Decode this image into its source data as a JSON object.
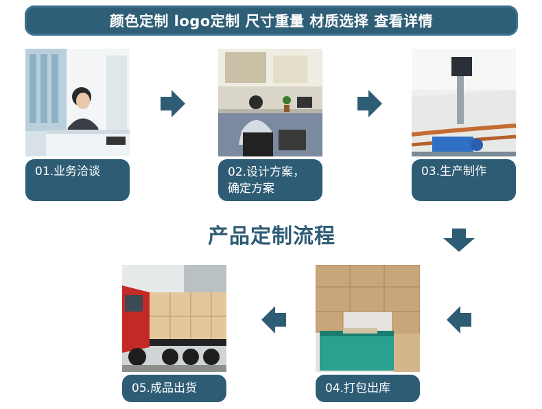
{
  "header": {
    "title": "颜色定制 logo定制 尺寸重量 材质选择 查看详情"
  },
  "center_title": "产品定制流程",
  "steps": [
    {
      "label": "01.业务洽谈",
      "photo": "office-receptionist-photo"
    },
    {
      "label_line1": "02.设计方案，",
      "label_line2": "确定方案",
      "photo": "design-office-photo"
    },
    {
      "label": "03.生产制作",
      "photo": "cutting-machine-photo"
    },
    {
      "label": "04.打包出库",
      "photo": "packing-warehouse-photo"
    },
    {
      "label": "05.成品出货",
      "photo": "truck-shipping-photo"
    }
  ],
  "colors": {
    "primary": "#2e5c74",
    "banner": "#2f5f77"
  }
}
